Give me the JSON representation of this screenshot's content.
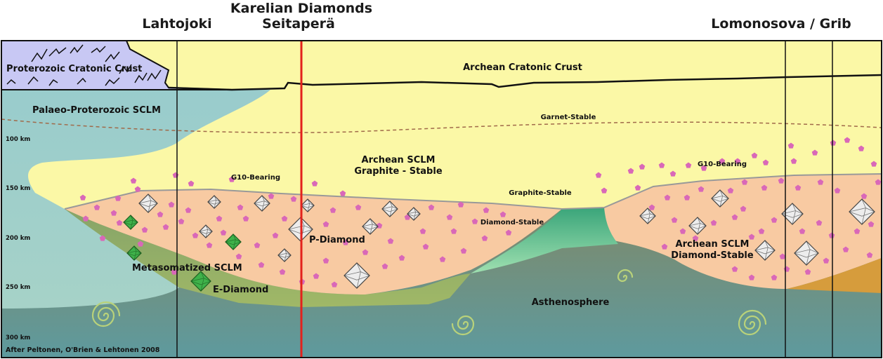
{
  "headers": {
    "lahtojoki": "Lahtojoki",
    "karelian_line1": "Karelian Diamonds",
    "karelian_line2": "Seitaperä",
    "lomonosova": "Lomonosova / Grib"
  },
  "labels": {
    "proterozoic_crust": "Proterozoic Cratonic Crust",
    "archean_crust": "Archean Cratonic Crust",
    "palaeo_sclm": "Palaeo-Proterozoic SCLM",
    "garnet_stable": "Garnet-Stable",
    "archean_sclm_graphite_1": "Archean SCLM",
    "archean_sclm_graphite_2": "Graphite - Stable",
    "g10_bearing_left": "G10-Bearing",
    "g10_bearing_right": "G10-Bearing",
    "graphite_stable": "Graphite-Stable",
    "diamond_stable": "Diamond-Stable",
    "p_diamond": "P-Diamond",
    "metasomatized_sclm": "Metasomatized SCLM",
    "e_diamond": "E-Diamond",
    "asthenosphere": "Asthenosphere",
    "archean_sclm_diamond_1": "Archean SCLM",
    "archean_sclm_diamond_2": "Diamond-Stable"
  },
  "depth_labels": [
    "100 km",
    "150 km",
    "200 km",
    "250 km",
    "300 km"
  ],
  "credit": "After Peltonen, O'Brien & Lehtonen 2008",
  "colors": {
    "proterozoic_crust": "#c8c8f4",
    "archean_yellow": "#fbf8a6",
    "palaeo_sclm": "#9ccfcf",
    "diamond_zone": "#f8caa2",
    "metasomatized": "#8fb072",
    "asthenosphere": "#7f8b70",
    "garnet": "#d968b8",
    "p_diamond": "#ececec",
    "e_diamond": "#3fb24a",
    "red_line": "#e3211c",
    "vertical_lines": "#111111"
  },
  "icons": [
    "diamond-icon",
    "garnet-icon",
    "spiral-icon"
  ]
}
